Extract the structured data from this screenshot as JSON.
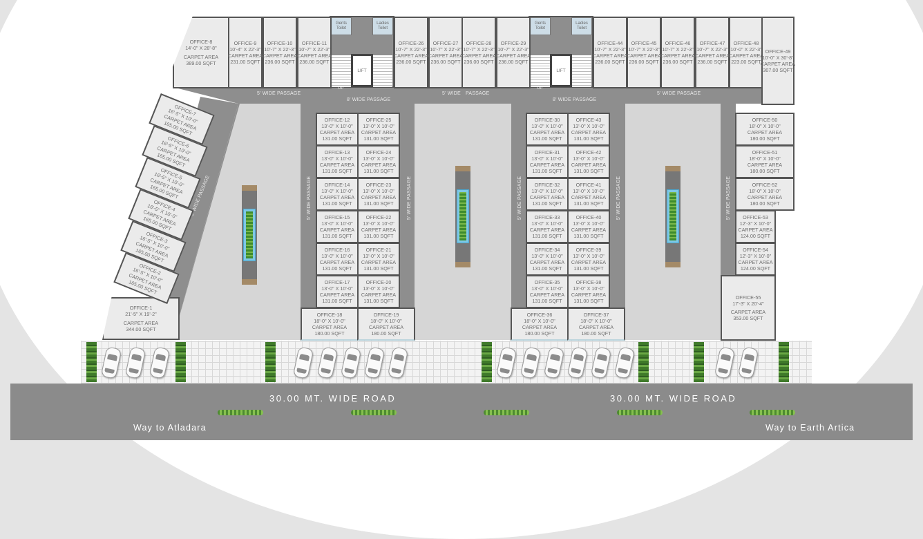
{
  "plan": {
    "carpet_area_label": "CARPET AREA",
    "offices": [
      {
        "name": "OFFICE-1",
        "dim": "21'-5\" X 19'-2\"",
        "area": "344.00 SQFT"
      },
      {
        "name": "OFFICE-2",
        "dim": "16'-5\" X 10'-0\"",
        "area": "165.00 SQFT"
      },
      {
        "name": "OFFICE-3",
        "dim": "16'-5\" X 10'-0\"",
        "area": "165.00 SQFT"
      },
      {
        "name": "OFFICE-4",
        "dim": "16'-5\" X 10'-0\"",
        "area": "165.00 SQFT"
      },
      {
        "name": "OFFICE-5",
        "dim": "16'-5\" X 10'-0\"",
        "area": "165.00 SQFT"
      },
      {
        "name": "OFFICE-6",
        "dim": "16'-5\" X 10'-0\"",
        "area": "165.00 SQFT"
      },
      {
        "name": "OFFICE-7",
        "dim": "16'-5\" X 10'-0\"",
        "area": "165.00 SQFT"
      },
      {
        "name": "OFFICE-8",
        "dim": "14'-0\" X 28'-8\"",
        "area": "389.00 SQFT"
      },
      {
        "name": "OFFICE-9",
        "dim": "10'-4\" X 22'-3\"",
        "area": "231.00 SQFT"
      },
      {
        "name": "OFFICE-10",
        "dim": "10'-7\" X 22'-3\"",
        "area": "236.00 SQFT"
      },
      {
        "name": "OFFICE-11",
        "dim": "10'-7\" X 22'-3\"",
        "area": "236.00 SQFT"
      },
      {
        "name": "OFFICE-12",
        "dim": "13'-0\" X 10'-0\"",
        "area": "131.00 SQFT"
      },
      {
        "name": "OFFICE-13",
        "dim": "13'-0\" X 10'-0\"",
        "area": "131.00 SQFT"
      },
      {
        "name": "OFFICE-14",
        "dim": "13'-0\" X 10'-0\"",
        "area": "131.00 SQFT"
      },
      {
        "name": "OFFICE-15",
        "dim": "13'-0\" X 10'-0\"",
        "area": "131.00 SQFT"
      },
      {
        "name": "OFFICE-16",
        "dim": "13'-0\" X 10'-0\"",
        "area": "131.00 SQFT"
      },
      {
        "name": "OFFICE-17",
        "dim": "13'-0\" X 10'-0\"",
        "area": "131.00 SQFT"
      },
      {
        "name": "OFFICE-18",
        "dim": "18'-0\" X 10'-0\"",
        "area": "180.00 SQFT"
      },
      {
        "name": "OFFICE-19",
        "dim": "18'-0\" X 10'-0\"",
        "area": "180.00 SQFT"
      },
      {
        "name": "OFFICE-20",
        "dim": "13'-0\" X 10'-0\"",
        "area": "131.00 SQFT"
      },
      {
        "name": "OFFICE-21",
        "dim": "13'-0\" X 10'-0\"",
        "area": "131.00 SQFT"
      },
      {
        "name": "OFFICE-22",
        "dim": "13'-0\" X 10'-0\"",
        "area": "131.00 SQFT"
      },
      {
        "name": "OFFICE-23",
        "dim": "13'-0\" X 10'-0\"",
        "area": "131.00 SQFT"
      },
      {
        "name": "OFFICE-24",
        "dim": "13'-0\" X 10'-0\"",
        "area": "131.00 SQFT"
      },
      {
        "name": "OFFICE-25",
        "dim": "13'-0\" X 10'-0\"",
        "area": "131.00 SQFT"
      },
      {
        "name": "OFFICE-26",
        "dim": "10'-7\" X 22'-3\"",
        "area": "236.00 SQFT"
      },
      {
        "name": "OFFICE-27",
        "dim": "10'-7\" X 22'-3\"",
        "area": "236.00 SQFT"
      },
      {
        "name": "OFFICE-28",
        "dim": "10'-7\" X 22'-3\"",
        "area": "236.00 SQFT"
      },
      {
        "name": "OFFICE-29",
        "dim": "10'-7\" X 22'-3\"",
        "area": "236.00 SQFT"
      },
      {
        "name": "OFFICE-30",
        "dim": "13'-0\" X 10'-0\"",
        "area": "131.00 SQFT"
      },
      {
        "name": "OFFICE-31",
        "dim": "13'-0\" X 10'-0\"",
        "area": "131.00 SQFT"
      },
      {
        "name": "OFFICE-32",
        "dim": "13'-0\" X 10'-0\"",
        "area": "131.00 SQFT"
      },
      {
        "name": "OFFICE-33",
        "dim": "13'-0\" X 10'-0\"",
        "area": "131.00 SQFT"
      },
      {
        "name": "OFFICE-34",
        "dim": "13'-0\" X 10'-0\"",
        "area": "131.00 SQFT"
      },
      {
        "name": "OFFICE-35",
        "dim": "13'-0\" X 10'-0\"",
        "area": "131.00 SQFT"
      },
      {
        "name": "OFFICE-36",
        "dim": "18'-0\" X 10'-0\"",
        "area": "180.00 SQFT"
      },
      {
        "name": "OFFICE-37",
        "dim": "18'-0\" X 10'-0\"",
        "area": "180.00 SQFT"
      },
      {
        "name": "OFFICE-38",
        "dim": "13'-0\" X 10'-0\"",
        "area": "131.00 SQFT"
      },
      {
        "name": "OFFICE-39",
        "dim": "13'-0\" X 10'-0\"",
        "area": "131.00 SQFT"
      },
      {
        "name": "OFFICE-40",
        "dim": "13'-0\" X 10'-0\"",
        "area": "131.00 SQFT"
      },
      {
        "name": "OFFICE-41",
        "dim": "13'-0\" X 10'-0\"",
        "area": "131.00 SQFT"
      },
      {
        "name": "OFFICE-42",
        "dim": "13'-0\" X 10'-0\"",
        "area": "131.00 SQFT"
      },
      {
        "name": "OFFICE-43",
        "dim": "13'-0\" X 10'-0\"",
        "area": "131.00 SQFT"
      },
      {
        "name": "OFFICE-44",
        "dim": "10'-7\" X 22'-3\"",
        "area": "236.00 SQFT"
      },
      {
        "name": "OFFICE-45",
        "dim": "10'-7\" X 22'-3\"",
        "area": "236.00 SQFT"
      },
      {
        "name": "OFFICE-46",
        "dim": "10'-7\" X 22'-3\"",
        "area": "236.00 SQFT"
      },
      {
        "name": "OFFICE-47",
        "dim": "10'-7\" X 22'-3\"",
        "area": "236.00 SQFT"
      },
      {
        "name": "OFFICE-48",
        "dim": "10'-0\" X 22'-3\"",
        "area": "223.00 SQFT"
      },
      {
        "name": "OFFICE-49",
        "dim": "10'-0\" X 30'-8\"",
        "area": "307.00 SQFT"
      },
      {
        "name": "OFFICE-50",
        "dim": "18'-0\" X 10'-0\"",
        "area": "180.00 SQFT"
      },
      {
        "name": "OFFICE-51",
        "dim": "18'-0\" X 10'-0\"",
        "area": "180.00 SQFT"
      },
      {
        "name": "OFFICE-52",
        "dim": "18'-0\" X 10'-0\"",
        "area": "180.00 SQFT"
      },
      {
        "name": "OFFICE-53",
        "dim": "12'-3\" X 10'-0\"",
        "area": "124.00 SQFT"
      },
      {
        "name": "OFFICE-54",
        "dim": "12'-3\" X 10'-0\"",
        "area": "124.00 SQFT"
      },
      {
        "name": "OFFICE-55",
        "dim": "17'-3\" X 20'-4\"",
        "area": "353.00 SQFT"
      }
    ],
    "core": {
      "gents": "Gents Toilet",
      "ladies": "Ladies Toilet",
      "lift": "LIFT",
      "up": "UP"
    },
    "passages": {
      "five": "5' WIDE PASSAGE",
      "eight": "8' WIDE PASSAGE",
      "five_split_a": "5' WIDE",
      "five_split_b": "PASSAGE"
    },
    "road": {
      "label": "30.00 MT. WIDE ROAD",
      "way_left": "Way to Atladara",
      "way_right": "Way to Earth Artica"
    },
    "colors": {
      "passage": "#8e8e8e",
      "courtyard": "#d5d5d5",
      "office": "#ebebeb",
      "road": "#8b8b8b",
      "wall": "#555555",
      "toilet": "#cddde7"
    }
  }
}
